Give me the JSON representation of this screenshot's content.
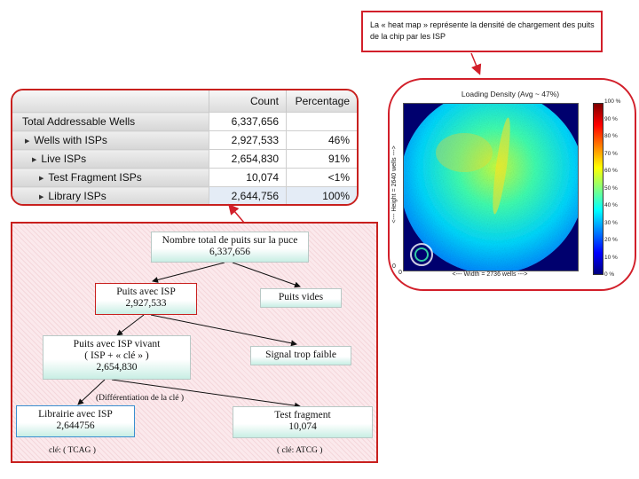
{
  "stats_table": {
    "headers": [
      "",
      "Count",
      "Percentage"
    ],
    "rows": [
      {
        "label": "Total Addressable Wells",
        "count": "6,337,656",
        "pct": ""
      },
      {
        "label": "Wells with ISPs",
        "count": "2,927,533",
        "pct": "46%"
      },
      {
        "label": "Live ISPs",
        "count": "2,654,830",
        "pct": "91%"
      },
      {
        "label": "Test Fragment ISPs",
        "count": "10,074",
        "pct": "<1%"
      },
      {
        "label": "Library ISPs",
        "count": "2,644,756",
        "pct": "100%"
      }
    ]
  },
  "annotation": {
    "text": "La « heat map » représente la densité de chargement des puits de la chip par les ISP"
  },
  "heatmap": {
    "title": "Loading Density (Avg ~ 47%)",
    "x_label": "<--- Width = 2736 wells --->",
    "y_label": "<--- Height = 2640 wells --->",
    "origin_x": "0",
    "origin_y": "0",
    "colorbar_ticks": [
      "100 %",
      "90 %",
      "80 %",
      "70 %",
      "60 %",
      "50 %",
      "40 %",
      "30 %",
      "20 %",
      "10 %",
      "0 %"
    ],
    "colors": [
      "#00007f",
      "#0000ff",
      "#0080ff",
      "#00ffff",
      "#80ff80",
      "#ffff00",
      "#ff8000",
      "#ff0000",
      "#7f0000"
    ]
  },
  "diagram": {
    "total": {
      "line1": "Nombre total de puits sur la puce",
      "line2": "6,337,656"
    },
    "isp": {
      "line1": "Puits avec ISP",
      "line2": "2,927,533"
    },
    "empty": {
      "line1": "Puits vides"
    },
    "live": {
      "line1": "Puits avec ISP vivant",
      "line2": "( ISP + « clé » )",
      "line3": "2,654,830"
    },
    "weak": {
      "line1": "Signal trop faible"
    },
    "lib": {
      "line1": "Librairie avec ISP",
      "line2": "2,644756"
    },
    "test": {
      "line1": "Test fragment",
      "line2": "10,074"
    },
    "key_diff": "(Différentiation de la clé )",
    "key_lib": "clé: ( TCAG )",
    "key_test": "( clé: ATCG )"
  }
}
